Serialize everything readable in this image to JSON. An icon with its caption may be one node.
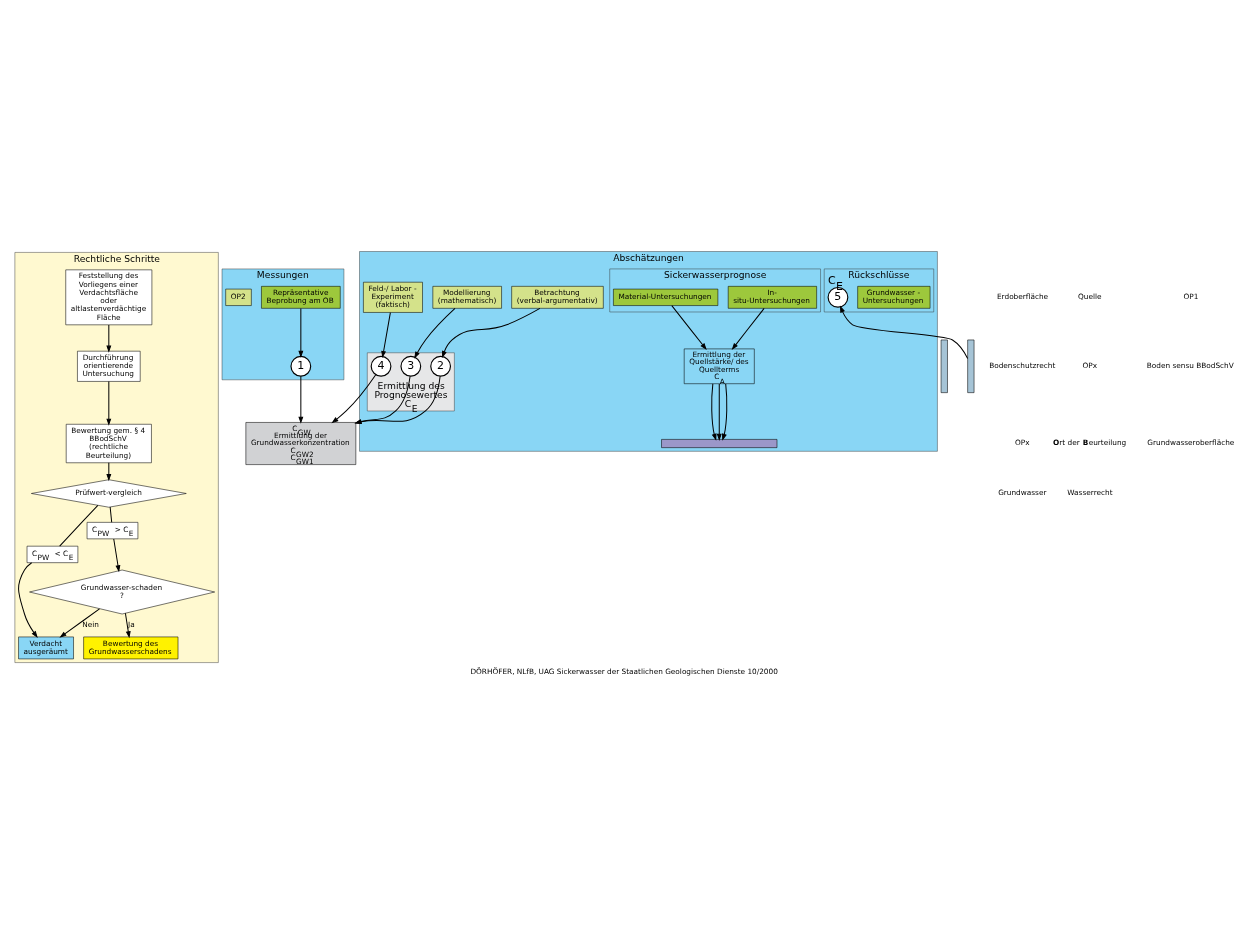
{
  "diagram": {
    "caption": "DÖRHÖFER, NLfB, UAG Sickerwasser der Staatlichen Geologischen Dienste 10/2000",
    "nodes": [
      {
        "text": [
          "Rechtliche Schritte"
        ]
      },
      {
        "text": [
          "Feststellung des Vorliegens einer Verdachtsfläche oder altlastenverdächtige Fläche"
        ],
        "in": 0
      },
      {
        "text": [
          "Durchführung orientierende Untersuchung"
        ],
        "in": 0
      },
      {
        "text": [
          "Bewertung gem. § 4 BBodSchV",
          "(rechtliche Beurteilung)"
        ],
        "in": 0
      },
      {
        "text": [
          "Prüfwert-vergleich"
        ],
        "in": 0
      },
      {
        "text": [
          "C$_{PW}$ < C$_{E}$"
        ],
        "in": 0
      },
      {
        "text": [
          "Verdacht ausgeräumt"
        ],
        "in": 0
      },
      {
        "text": [
          "C$_{PW}$ > C$_{E}$"
        ],
        "in": 0
      },
      {
        "text": [
          "Grundwasser-schaden ?"
        ],
        "in": 0
      },
      {
        "text": [
          "Bewertung des Grundwasserschadens"
        ],
        "in": 0
      },
      {
        "text": [
          "Messungen"
        ]
      },
      {
        "text": [
          "Repräsentative Beprobung am OB"
        ],
        "in": 10
      },
      {
        "text": [
          "1"
        ],
        "in": 10
      },
      {
        "text": [
          "OP2"
        ],
        "in": 10
      },
      {
        "text": [
          "Abschätzungen"
        ]
      },
      {
        "text": [
          "Sickerwasserprognose"
        ],
        "in": 14
      },
      {
        "text": [
          "In- situ-Untersuchungen"
        ],
        "in": 15
      },
      {
        "text": [
          "Material-Untersuchungen"
        ],
        "in": 15
      },
      {
        "text": [
          "Ermittlung der Quellstärke/ des Quellterms",
          "C$_{A}$"
        ],
        "in": 14
      },
      {
        "text": [],
        "shape": "bar",
        "in": 14
      },
      {
        "text": [
          "Betrachtung (verbal-argumentativ)"
        ],
        "in": 14
      },
      {
        "text": [
          "Modellierung (mathematisch)"
        ],
        "in": 14
      },
      {
        "text": [
          "Feld-/ Labor - Experiment (faktisch)"
        ],
        "in": 14
      },
      {
        "text": [
          "Ermittlung des",
          "Prognosewertes",
          "C$_{E}$"
        ],
        "in": 14
      },
      {
        "text": [
          "2"
        ],
        "in": 23
      },
      {
        "text": [
          "3"
        ],
        "in": 23
      },
      {
        "text": [
          "4"
        ],
        "in": 23
      },
      {
        "text": [
          "Rückschlüsse"
        ],
        "in": 14
      },
      {
        "text": [
          "Grundwasser - Untersuchungen"
        ],
        "in": 27
      },
      {
        "text": [
          "5"
        ],
        "beside": [
          "C$_{E}$"
        ],
        "in": 27
      },
      {
        "text": [],
        "shape": "bar"
      },
      {
        "text": [],
        "shape": "bar"
      },
      {
        "text": [
          "C$_{GW}$",
          "Ermittlung der Grundwasserkonzentration",
          "C$_{GW2}$",
          "C$_{GW1}$"
        ]
      }
    ],
    "edges": [
      {
        "from": 1,
        "to": 2,
        "arrow": "to"
      },
      {
        "from": 2,
        "to": 3,
        "arrow": "to"
      },
      {
        "from": 3,
        "to": 4,
        "arrow": "to"
      },
      {
        "from": 4,
        "to": 5,
        "arrow": "none"
      },
      {
        "from": 4,
        "to": 7,
        "arrow": "none"
      },
      {
        "from": 5,
        "to": 6,
        "arrow": "to"
      },
      {
        "from": 7,
        "to": 8,
        "arrow": "to"
      },
      {
        "from": 8,
        "to": 6,
        "arrow": "to",
        "label": "Nein"
      },
      {
        "from": 8,
        "to": 9,
        "arrow": "to",
        "label": "Ja"
      },
      {
        "from": 11,
        "to": 12,
        "arrow": "to"
      },
      {
        "from": 12,
        "to": 32,
        "arrow": "to"
      },
      {
        "from": 16,
        "to": 18,
        "arrow": "to"
      },
      {
        "from": 17,
        "to": 18,
        "arrow": "to"
      },
      {
        "from": 18,
        "to": 19,
        "arrow": "to"
      },
      {
        "from": 18,
        "to": 19,
        "arrow": "to"
      },
      {
        "from": 18,
        "to": 19,
        "arrow": "to"
      },
      {
        "from": 20,
        "to": 24,
        "arrow": "to"
      },
      {
        "from": 21,
        "to": 25,
        "arrow": "to"
      },
      {
        "from": 22,
        "to": 26,
        "arrow": "to"
      },
      {
        "from": 24,
        "to": 32,
        "arrow": "to"
      },
      {
        "from": 25,
        "to": 32,
        "arrow": "to"
      },
      {
        "from": 26,
        "to": 32,
        "arrow": "to"
      },
      {
        "from": 31,
        "to": 29,
        "arrow": "to"
      }
    ],
    "labels": [
      "Erdoberfläche",
      "Quelle",
      "OP1",
      "Bodenschutzrecht",
      "OPx",
      "Boden sensu BBodSchV",
      "OPx",
      "**O**rt der **B**eurteilung",
      "Grundwasseroberfläche",
      "Grundwasser",
      "Wasserrecht"
    ]
  }
}
